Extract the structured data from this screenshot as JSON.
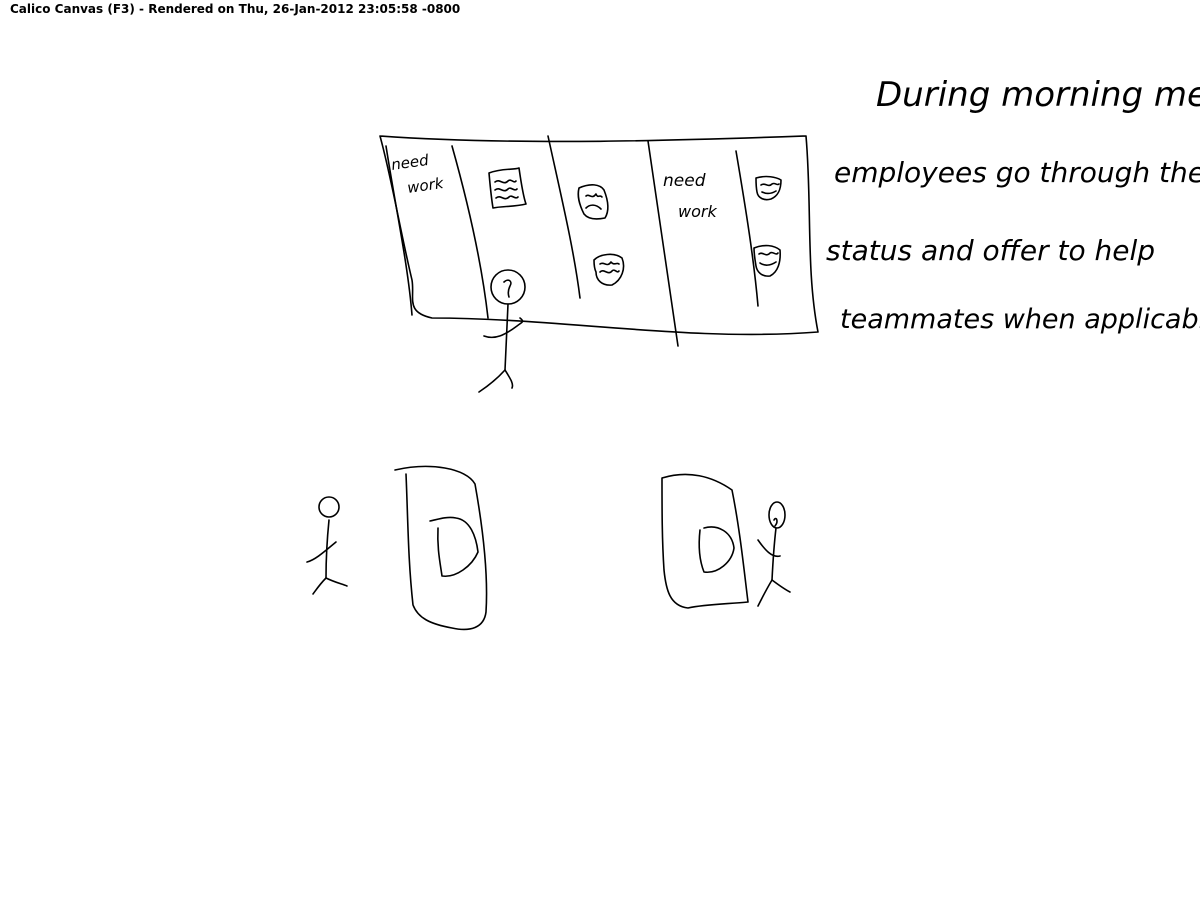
{
  "header": {
    "title": "Calico Canvas (F3) - Rendered on Thu, 26-Jan-2012 23:05:58 -0800"
  },
  "board": {
    "column_labels": [
      {
        "line1": "need",
        "line2": "work"
      },
      {
        "line1": "need",
        "line2": "work"
      }
    ]
  },
  "note": {
    "lines": [
      "During morning meetings",
      "employees go through their",
      "status and offer to help",
      "teammates when applicable."
    ]
  },
  "ink_color": "#000000",
  "background_color": "#ffffff"
}
